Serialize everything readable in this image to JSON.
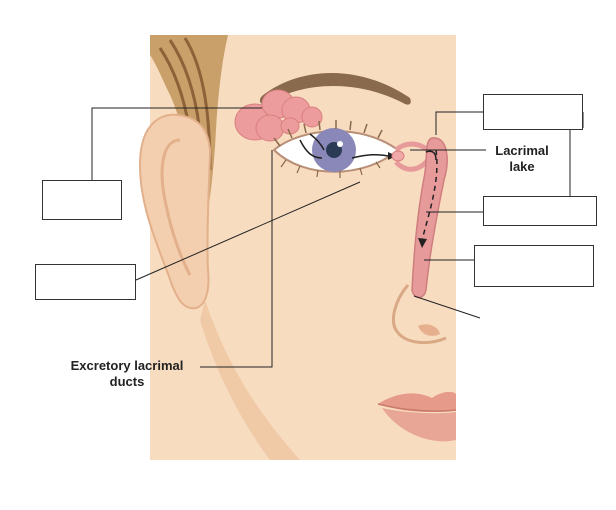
{
  "labels": {
    "lacrimal_lake_line1": "Lacrimal",
    "lacrimal_lake_line2": "lake",
    "excretory_line1": "Excretory lacrimal",
    "excretory_line2": "ducts"
  },
  "colors": {
    "skin": "#f8dcc0",
    "skin_shadow": "#f0c9a6",
    "hair": "#c9a06a",
    "hair_dark": "#8c6238",
    "eyebrow": "#8a6a4c",
    "gland": "#ec9c9c",
    "iris": "#8a88b8",
    "pupil": "#2b3a55",
    "lips": "#e59a8a",
    "duct": "#e79a9a",
    "leader_line": "#222222"
  },
  "answer_boxes": [
    {
      "id": "lacrimal-gland",
      "value": ""
    },
    {
      "id": "lacrimal-puncta",
      "value": ""
    },
    {
      "id": "lacrimal-canaliculi",
      "value": ""
    },
    {
      "id": "lacrimal-sac",
      "value": ""
    },
    {
      "id": "nasolacrimal-duct",
      "value": ""
    },
    {
      "id": "nasal-cavity",
      "value": ""
    }
  ]
}
